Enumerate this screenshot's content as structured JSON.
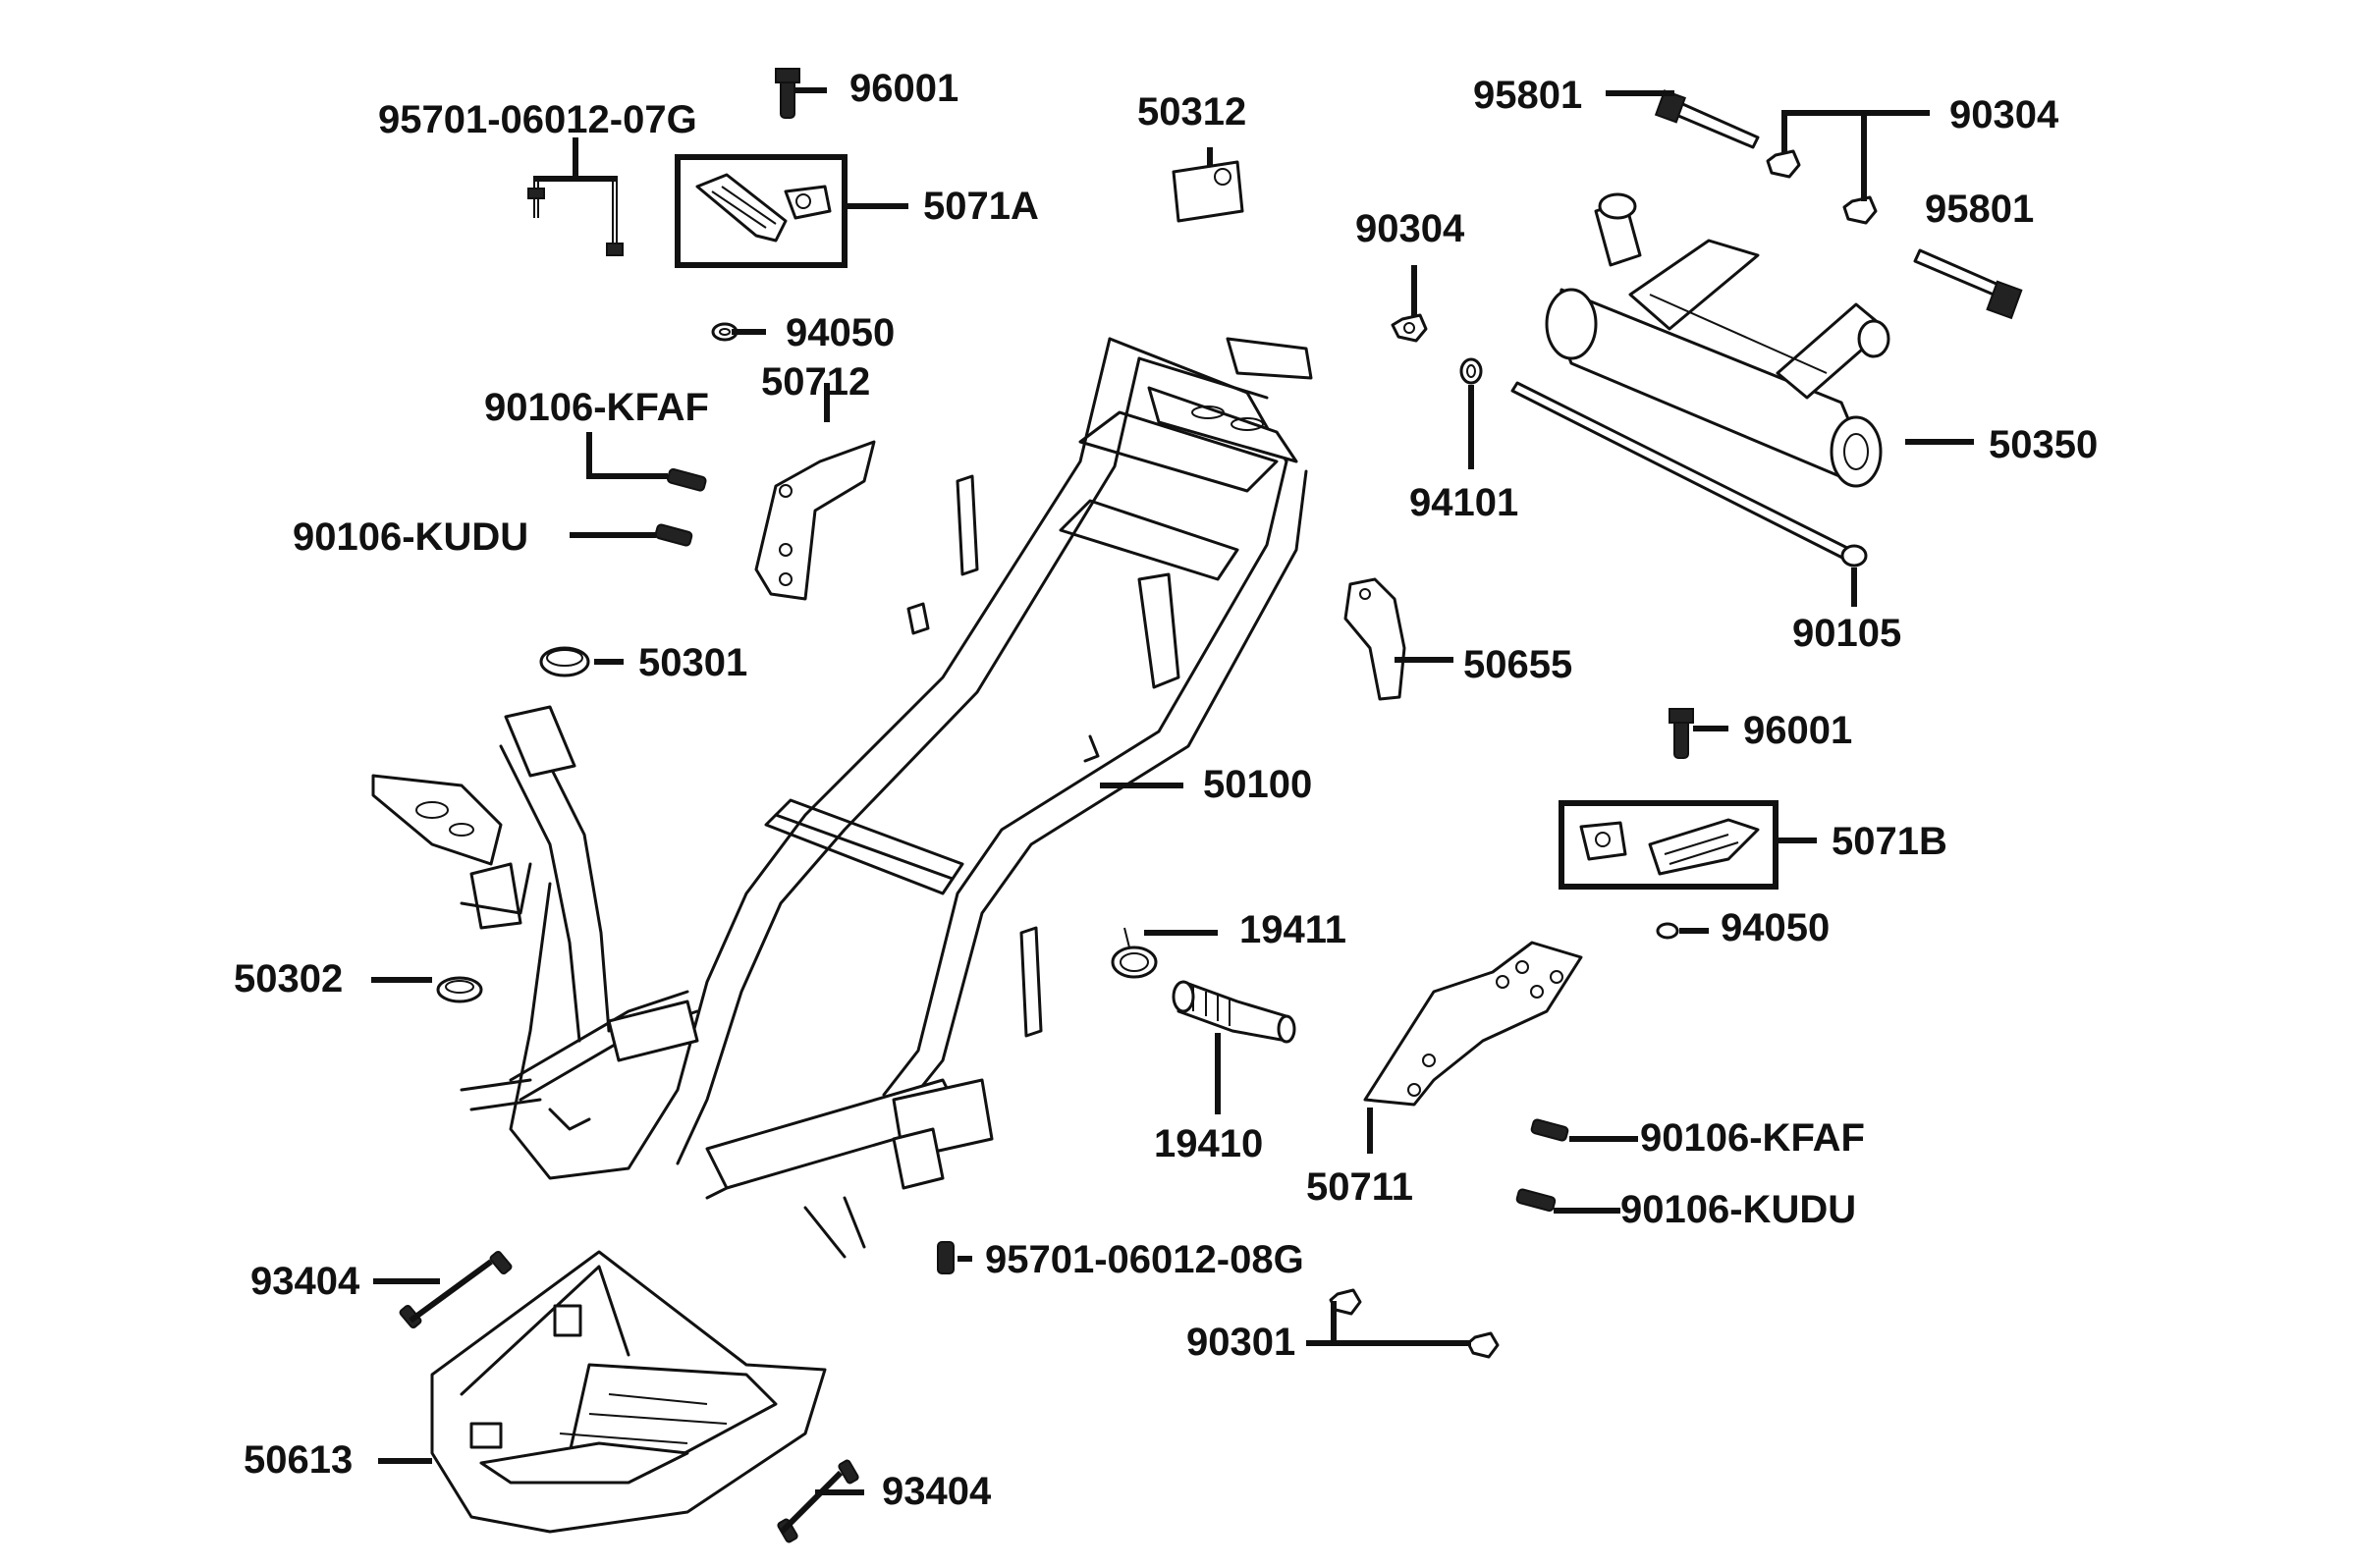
{
  "parts": [
    {
      "id": "p95701_07g",
      "number": "95701-06012-07G"
    },
    {
      "id": "p96001_a",
      "number": "96001"
    },
    {
      "id": "p5071a",
      "number": "5071A"
    },
    {
      "id": "p50312",
      "number": "50312"
    },
    {
      "id": "p95801_a",
      "number": "95801"
    },
    {
      "id": "p90304_a",
      "number": "90304"
    },
    {
      "id": "p90304_b",
      "number": "90304"
    },
    {
      "id": "p95801_b",
      "number": "95801"
    },
    {
      "id": "p94050_a",
      "number": "94050"
    },
    {
      "id": "p50712",
      "number": "50712"
    },
    {
      "id": "p90106_kfaf_a",
      "number": "90106-KFAF"
    },
    {
      "id": "p90106_kudu_a",
      "number": "90106-KUDU"
    },
    {
      "id": "p94101",
      "number": "94101"
    },
    {
      "id": "p50350",
      "number": "50350"
    },
    {
      "id": "p50301",
      "number": "50301"
    },
    {
      "id": "p90105",
      "number": "90105"
    },
    {
      "id": "p50655",
      "number": "50655"
    },
    {
      "id": "p96001_b",
      "number": "96001"
    },
    {
      "id": "p50100",
      "number": "50100"
    },
    {
      "id": "p5071b",
      "number": "5071B"
    },
    {
      "id": "p94050_b",
      "number": "94050"
    },
    {
      "id": "p19411",
      "number": "19411"
    },
    {
      "id": "p50302",
      "number": "50302"
    },
    {
      "id": "p19410",
      "number": "19410"
    },
    {
      "id": "p90106_kfaf_b",
      "number": "90106-KFAF"
    },
    {
      "id": "p50711",
      "number": "50711"
    },
    {
      "id": "p90106_kudu_b",
      "number": "90106-KUDU"
    },
    {
      "id": "p93404_a",
      "number": "93404"
    },
    {
      "id": "p95701_08g",
      "number": "95701-06012-08G"
    },
    {
      "id": "p90301",
      "number": "90301"
    },
    {
      "id": "p50613",
      "number": "50613"
    },
    {
      "id": "p93404_b",
      "number": "93404"
    }
  ]
}
